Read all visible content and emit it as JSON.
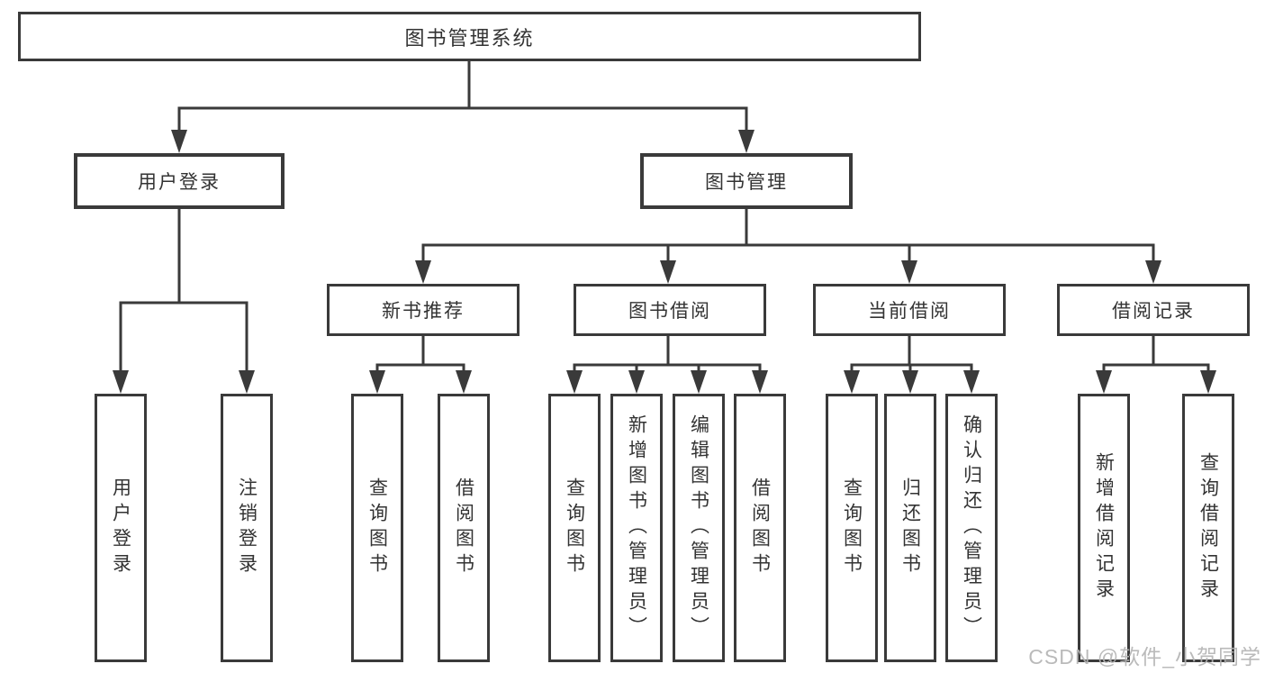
{
  "root": {
    "label": "图书管理系统"
  },
  "branches": {
    "user_login": {
      "label": "用户登录",
      "children": [
        "用户登录",
        "注销登录"
      ]
    },
    "book_mgmt": {
      "label": "图书管理"
    },
    "new_books": {
      "label": "新书推荐",
      "children": [
        "查询图书",
        "借阅图书"
      ]
    },
    "book_borrow": {
      "label": "图书借阅",
      "children": [
        "查询图书",
        "新增图书（管理员）",
        "编辑图书（管理员）",
        "借阅图书"
      ]
    },
    "current_borrow": {
      "label": "当前借阅",
      "children": [
        "查询图书",
        "归还图书",
        "确认归还（管理员）"
      ]
    },
    "borrow_records": {
      "label": "借阅记录",
      "children": [
        "新增借阅记录",
        "查询借阅记录"
      ]
    }
  },
  "watermark": "CSDN @软件_小贺同学",
  "colors": {
    "line": "#3a3a3a",
    "text": "#333333",
    "watermark": "#b3b3b3",
    "background": "#ffffff"
  }
}
